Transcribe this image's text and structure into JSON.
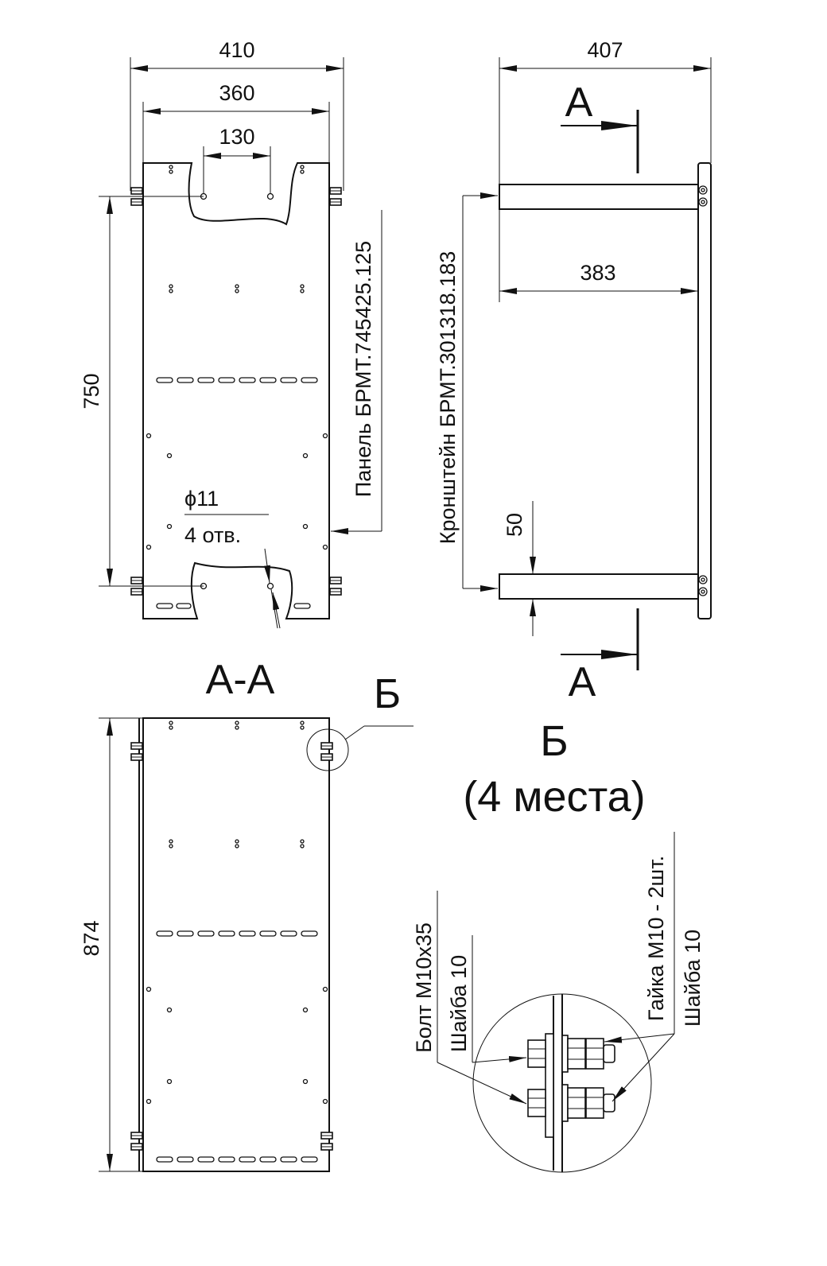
{
  "front_view": {
    "dim_410": "410",
    "dim_360": "360",
    "dim_130": "130",
    "dim_750": "750",
    "hole_dia": "ϕ11",
    "hole_count": "4 отв.",
    "panel_label": "Панель БРМТ.745425.125"
  },
  "side_view": {
    "dim_407": "407",
    "dim_383": "383",
    "dim_50": "50",
    "bracket_label": "Кронштейн БРМТ.301318.183",
    "section_mark_top": "А",
    "section_mark_bottom": "А"
  },
  "section_view": {
    "title": "А-А",
    "dim_874": "874",
    "detail_mark": "Б"
  },
  "detail_view": {
    "title": "Б",
    "subtitle": "(4 места)",
    "bolt_label": "Болт М10х35",
    "washer_left_label": "Шайба 10",
    "nut_label": "Гайка М10 - 2шт.",
    "washer_right_label": "Шайба 10"
  }
}
